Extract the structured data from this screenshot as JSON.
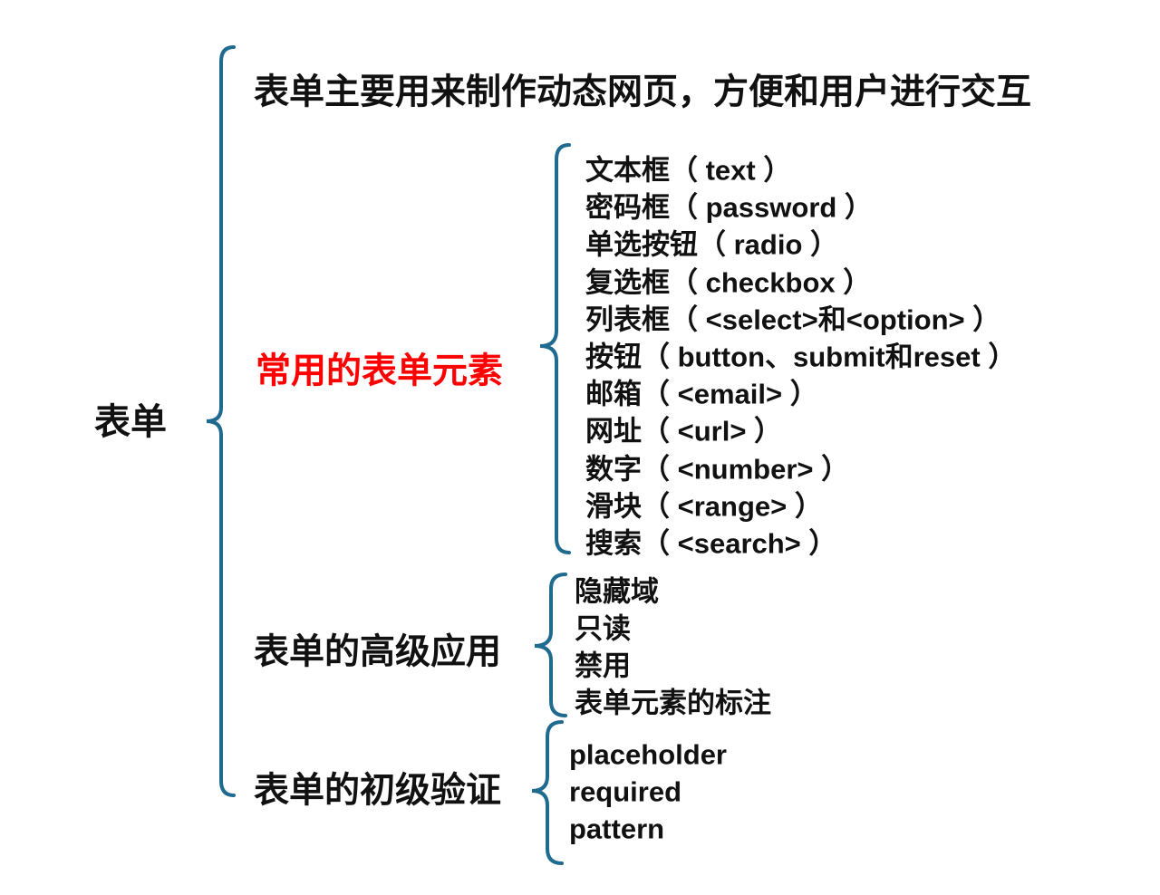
{
  "root": "表单",
  "intro": "表单主要用来制作动态网页，方便和用户进行交互",
  "colors": {
    "brace": "#1f6a8f",
    "highlight": "#ff0000",
    "text": "#111111"
  },
  "branches": [
    {
      "label": "常用的表单元素",
      "items": [
        "文本框（ text ）",
        "密码框（ password ）",
        "单选按钮（ radio ）",
        "复选框（ checkbox ）",
        "列表框（ <select>和<option> ）",
        "按钮（ button、submit和reset ）",
        "邮箱（ <email> ）",
        "网址（ <url> ）",
        "数字（ <number> ）",
        "滑块（ <range> ）",
        "搜索（ <search> ）"
      ]
    },
    {
      "label": "表单的高级应用",
      "items": [
        "隐藏域",
        "只读",
        "禁用",
        "表单元素的标注"
      ]
    },
    {
      "label": "表单的初级验证",
      "items": [
        "placeholder",
        "required",
        "pattern"
      ]
    }
  ]
}
